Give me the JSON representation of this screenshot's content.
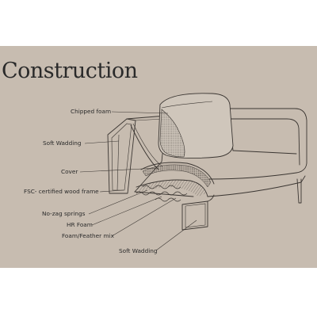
{
  "title": "Construction",
  "labels": {
    "chipped_foam": "Chipped foam",
    "soft_wadding_top": "Soft Wadding",
    "cover": "Cover",
    "fsc_frame": "FSC- certified wood frame",
    "no_zag_springs": "No-zag springs",
    "hr_foam": "HR Foam",
    "foam_feather_mix": "Foam/Feather mix",
    "soft_wadding_bottom": "Soft Wadding"
  },
  "colors": {
    "panel": "#c7bcb0",
    "line": "#3b3632",
    "text": "#2a2a2a"
  }
}
